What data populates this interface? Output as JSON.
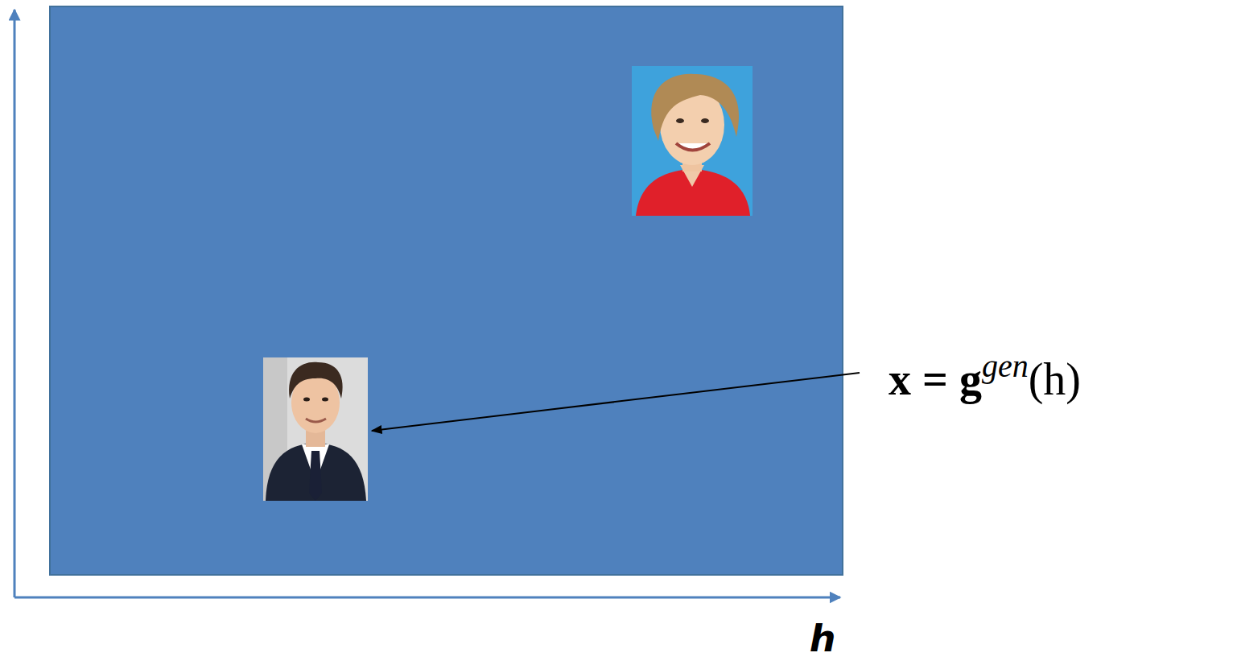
{
  "diagram": {
    "labels": [
      "h",
      "x = g",
      "gen",
      "(h)"
    ]
  }
}
